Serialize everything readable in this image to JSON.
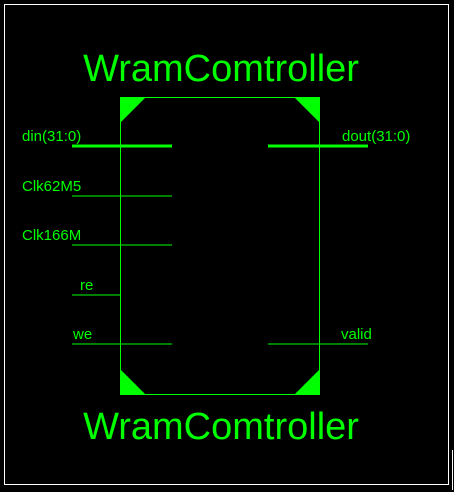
{
  "colors": {
    "background": "#000000",
    "symbol": "#00ff00",
    "frame": "#ffffff"
  },
  "component": {
    "name_top": "WramComtroller",
    "name_bottom": "WramComtroller"
  },
  "pins": {
    "inputs": [
      {
        "label": "din(31:0)",
        "bus": true
      },
      {
        "label": "Clk62M5",
        "bus": false
      },
      {
        "label": "Clk166M",
        "bus": false
      },
      {
        "label": "re",
        "bus": false
      },
      {
        "label": "we",
        "bus": false
      }
    ],
    "outputs": [
      {
        "label": "dout(31:0)",
        "bus": true
      },
      {
        "label": "valid",
        "bus": false
      }
    ]
  }
}
